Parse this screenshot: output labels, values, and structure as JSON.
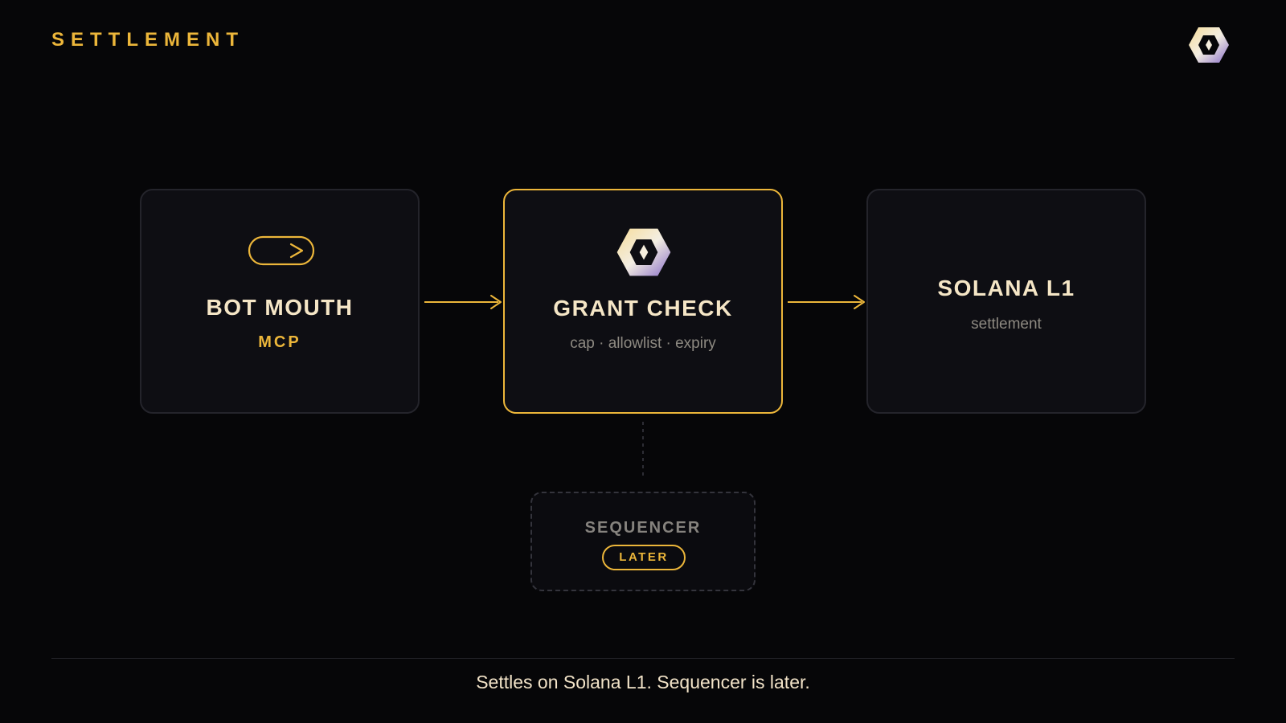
{
  "header": {
    "section_title": "SETTLEMENT",
    "logo_icon": "hexagon-diamond-logo-icon"
  },
  "nodes": [
    {
      "id": "bot-mouth",
      "title": "BOT MOUTH",
      "subtitle": "MCP",
      "icon": "arrow-pill-icon",
      "highlighted": false
    },
    {
      "id": "grant-check",
      "title": "GRANT CHECK",
      "subtitle": "cap · allowlist · expiry",
      "icon": "hexagon-diamond-logo-icon",
      "highlighted": true
    },
    {
      "id": "solana-l1",
      "title": "SOLANA L1",
      "subtitle": "settlement",
      "icon": null,
      "highlighted": false
    }
  ],
  "edges": [
    {
      "from": "bot-mouth",
      "to": "grant-check",
      "style": "solid-arrow"
    },
    {
      "from": "grant-check",
      "to": "solana-l1",
      "style": "solid-arrow"
    },
    {
      "from": "grant-check",
      "to": "sequencer",
      "style": "dotted"
    }
  ],
  "sequencer": {
    "title": "SEQUENCER",
    "badge": "LATER"
  },
  "footer": {
    "caption": "Settles on Solana L1. Sequencer is later."
  },
  "colors": {
    "background": "#060608",
    "accent": "#ecb63a",
    "card_bg": "#0e0e13",
    "card_border": "#24242b",
    "title_text": "#f5e6c6",
    "muted_text": "#8e8a82",
    "logo_gradient": [
      "#f6dc9a",
      "#ffffff",
      "#8a6fc8"
    ]
  }
}
